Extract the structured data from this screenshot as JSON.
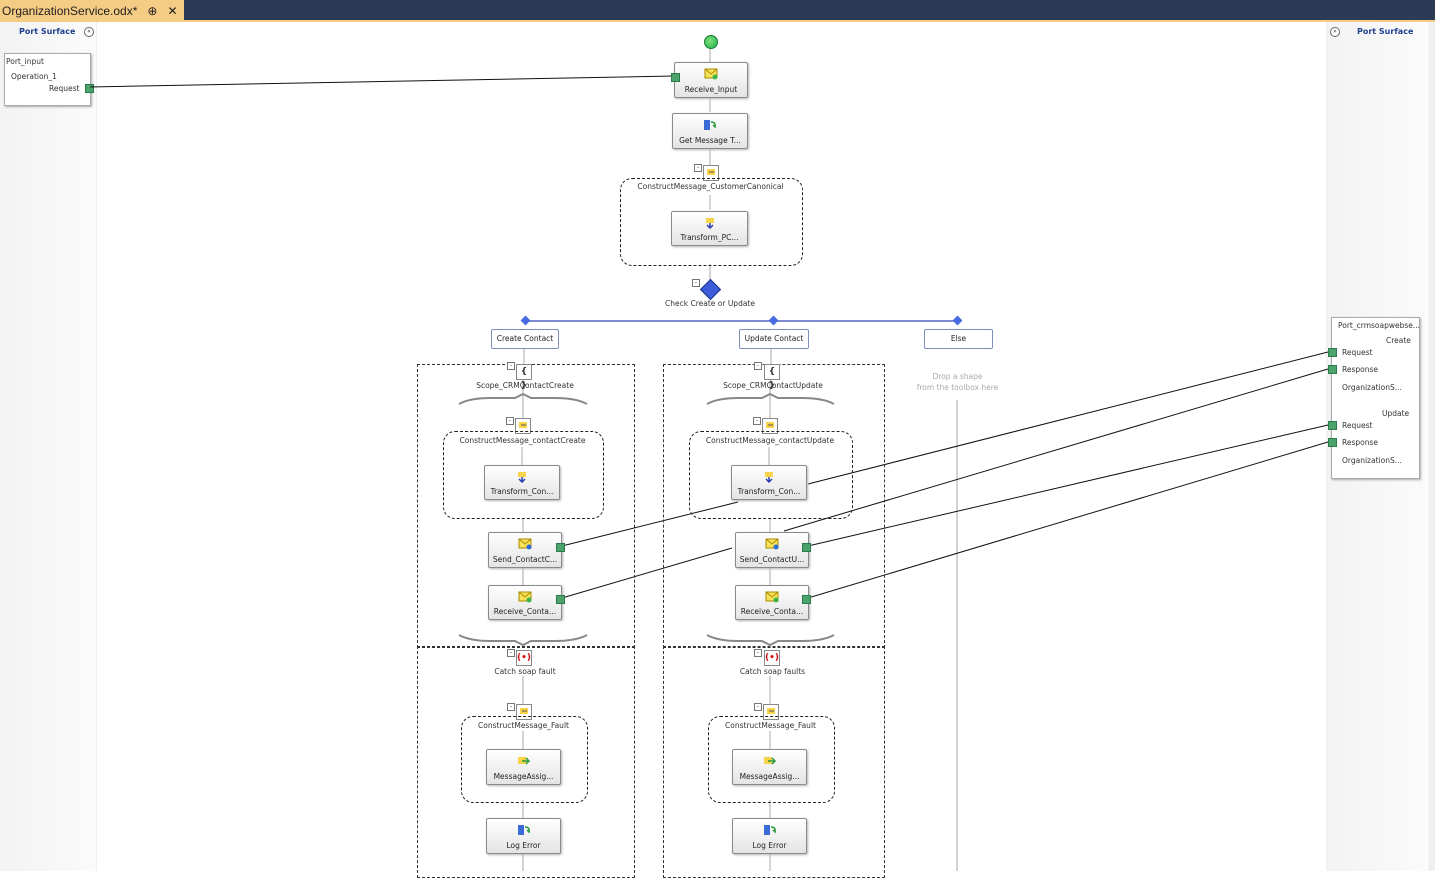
{
  "tab": {
    "title": "OrganizationService.odx*",
    "pin": "⊕",
    "close": "✕"
  },
  "left_surface": {
    "title": "Port Surface",
    "port_name": "Port_input",
    "operation": "Operation_1",
    "request": "Request"
  },
  "right_surface": {
    "title": "Port Surface",
    "port_name": "Port_crmsoapwebse...",
    "create": "Create",
    "create_request": "Request",
    "create_response": "Response",
    "create_fault": "OrganizationS...",
    "update": "Update",
    "update_request": "Request",
    "update_response": "Response",
    "update_fault": "OrganizationS..."
  },
  "main": {
    "receive_input": "Receive_Input",
    "get_message": "Get  Message  T...",
    "construct_canonical": "ConstructMessage_CustomerCanonical",
    "transform_pc": "Transform_PC...",
    "decide": "Check Create or Update",
    "branch_create": "Create Contact",
    "branch_update": "Update Contact",
    "branch_else": "Else",
    "drop_hint_1": "Drop a shape",
    "drop_hint_2": "from the toolbox here",
    "scope_create": "Scope_CRMContactCreate",
    "scope_update": "Scope_CRMContactUpdate",
    "construct_contact_create": "ConstructMessage_contactCreate",
    "construct_contact_update": "ConstructMessage_contactUpdate",
    "transform_con_create": "Transform_Con...",
    "transform_con_update": "Transform_Con...",
    "send_create": "Send_ContactC...",
    "send_update": "Send_ContactU...",
    "receive_create": "Receive_Conta...",
    "receive_update": "Receive_Conta...",
    "catch_create": "Catch soap fault",
    "catch_update": "Catch soap faults",
    "construct_fault_create": "ConstructMessage_Fault",
    "construct_fault_update": "ConstructMessage_Fault",
    "assign_create": "MessageAssig...",
    "assign_update": "MessageAssig...",
    "log_create": "Log Error",
    "log_update": "Log Error"
  },
  "icons": {
    "receive": "envelope-receive-icon",
    "send": "envelope-send-icon",
    "expression": "expression-icon",
    "construct": "construct-icon",
    "transform": "transform-icon",
    "scope": "scope-icon",
    "catch": "catch-icon",
    "decide": "decide-diamond-icon",
    "start": "start-circle-icon"
  },
  "colors": {
    "tab": "#f5cc84",
    "titlebar": "#2b3a55",
    "port_box": "#4aa36a",
    "diamond": "#3b5bd9",
    "start": "#22b14c"
  }
}
